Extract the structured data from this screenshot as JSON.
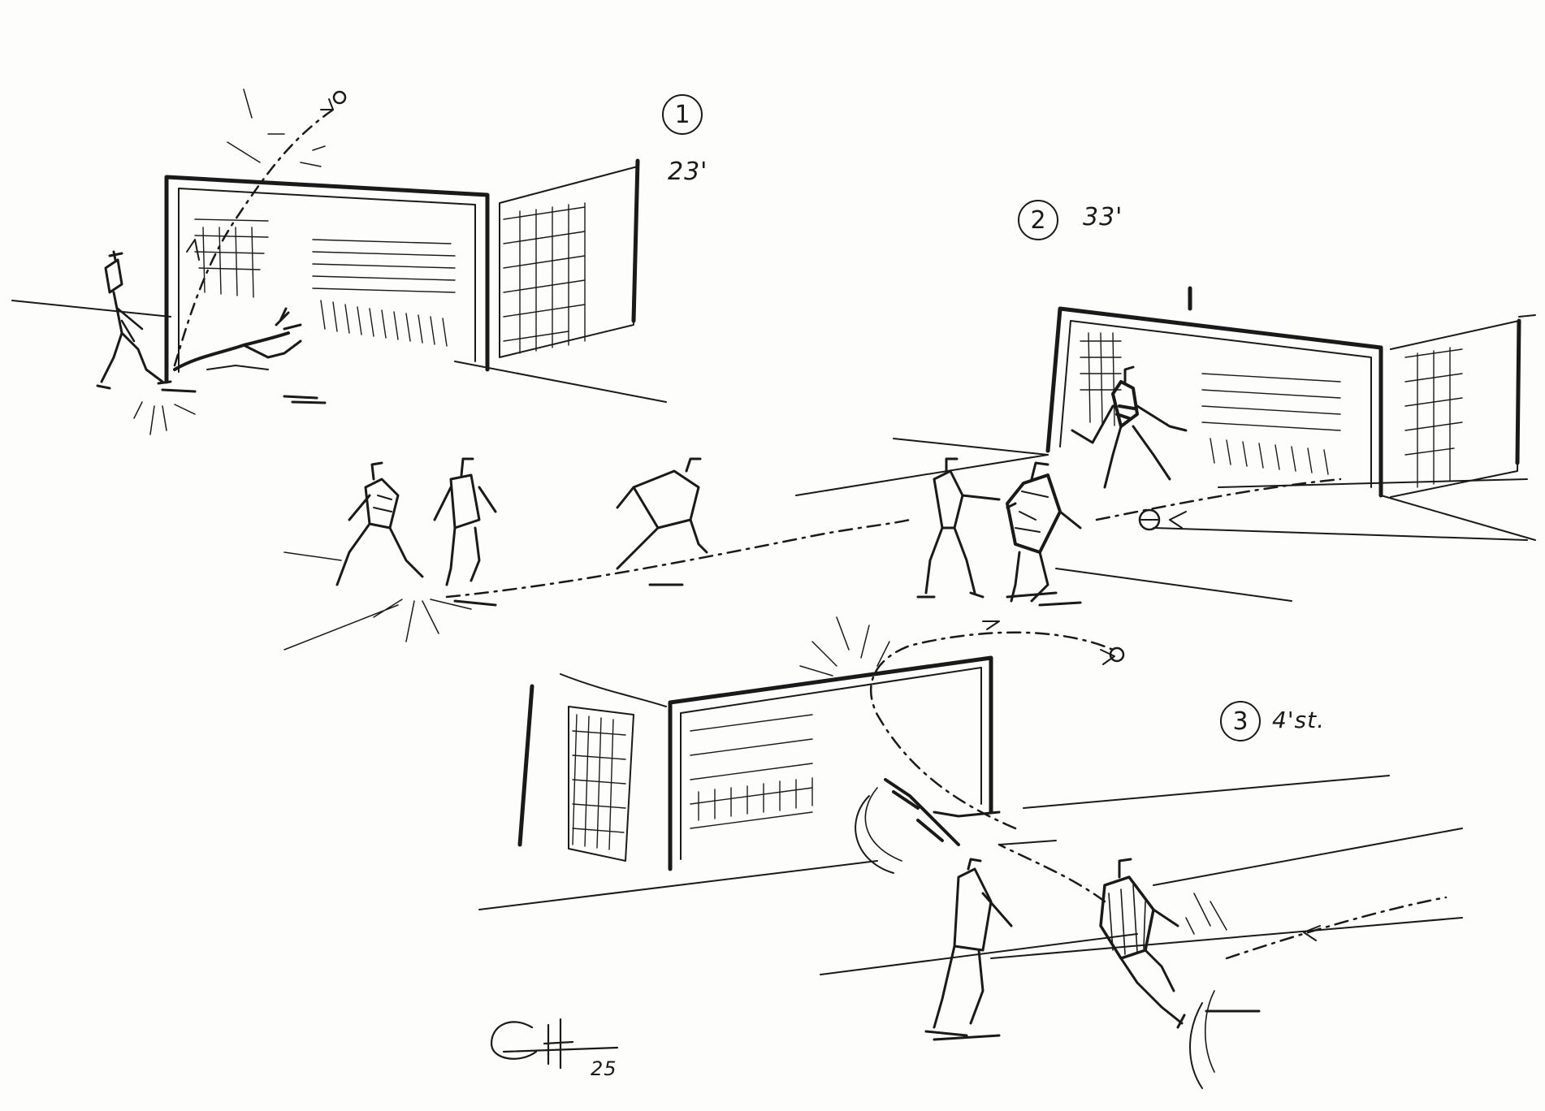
{
  "ink": "#1a1a1a",
  "paper": "#fdfdfc",
  "scenes": [
    {
      "number": "1",
      "minute": "23'"
    },
    {
      "number": "2",
      "minute": "33'"
    },
    {
      "number": "3",
      "minute": "4'st."
    }
  ],
  "signature": {
    "date": "25"
  }
}
